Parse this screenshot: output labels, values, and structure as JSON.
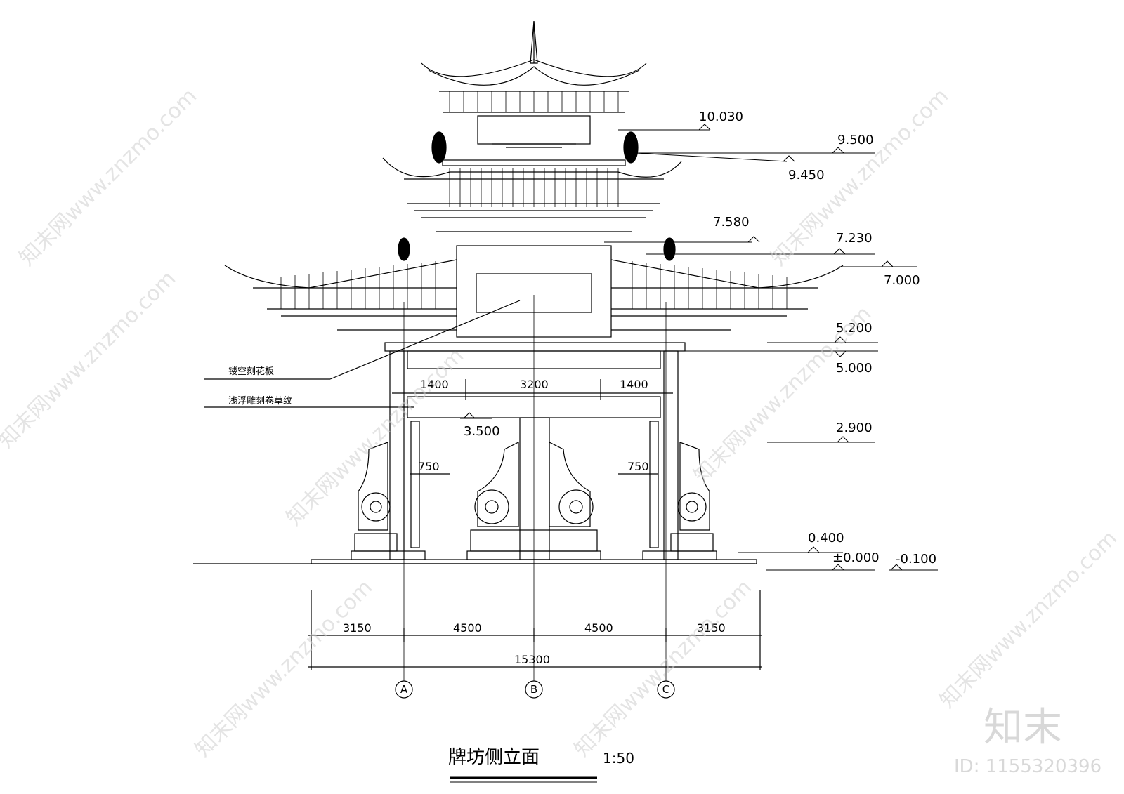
{
  "drawing": {
    "title": "牌坊侧立面",
    "scale": "1:50",
    "annotations": {
      "carved_panel": "镂空刻花板",
      "relief_pattern": "浅浮雕刻卷草纹"
    },
    "elevations": [
      "10.030",
      "9.500",
      "9.450",
      "7.580",
      "7.230",
      "7.000",
      "5.200",
      "5.000",
      "2.900",
      "3.500",
      "0.400",
      "±0.000",
      "-0.100"
    ],
    "spans_upper": [
      "1400",
      "3200",
      "1400"
    ],
    "spans_small": [
      "750",
      "750"
    ],
    "dimensions_bottom": [
      "3150",
      "4500",
      "4500",
      "3150"
    ],
    "overall": "15300",
    "axes": [
      "A",
      "B",
      "C"
    ]
  },
  "watermark": {
    "site": "知末网www.znzmo.com",
    "brand": "知末",
    "id": "ID: 1155320396"
  }
}
